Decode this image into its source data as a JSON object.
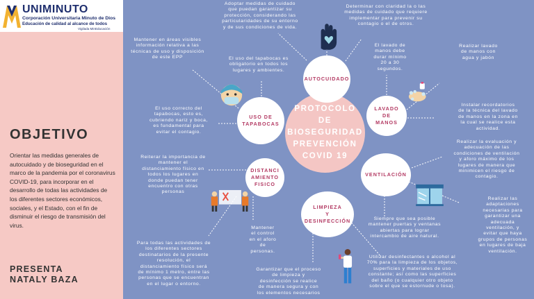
{
  "logo": {
    "name": "UNIMINUTO",
    "line1": "Corporación Universitaria Minuto de Dios",
    "line2": "Educación de calidad al alcance de todos",
    "line3": "Vigilada MinEducación"
  },
  "objective": {
    "title": "OBJETIVO",
    "text": "Orientar las medidas generales de autocuidado y de bioseguridad en el marco de la pandemia por el coronavirus COVID-19, para incorporar en el desarrollo de todas las actividades de los diferentes sectores económicos, sociales, y el Estado, con el fin de disminuir el riesgo de transmisión del virus."
  },
  "presenta": "PRESENTA\nNATALY BAZA",
  "center": "PROTOCOLO\nDE\nBIOSEGURIDAD\nPREVENCIÓN\nCOVID 19",
  "nodes": {
    "autocuidado": "AUTOCUIDADO",
    "tapabocas": "USO DE\nTAPABOCAS",
    "lavado": "LAVADO\nDE\nMANOS",
    "distanciamiento": "DISTANCI\nAMIENTO\nFISICO",
    "ventilacion": "VENTILACIÓN",
    "limpieza": "LIMPIEZA\nY\nDESINFECCIÓN"
  },
  "notes": {
    "auto_left": "Adoptar medidas de cuidado\nque puedan garantizar su\nprotección, considerando las\nparticularidades de su entorno\ny de sus condiciones de vida.",
    "auto_right": "Determinar con claridad la o las\nmedidas de cuidado que requiere\nimplementar para prevenir su\ncontagio o el de otros.",
    "epp": "Mantener en áreas visibles\ninformación relativa a las\ntécnicas de uso y disposición\nde este EPP",
    "tap_oblig": "El uso del tapabocas es\nobligatorio en todos los\nlugares y ambientes.",
    "tap_correcto": "El uso correcto del\ntapabocas, esto es,\ncubriendo nariz y boca,\nes fundamental para\nevitar el contagio.",
    "lav_duracion": "El lavado de\nmanos debe\ndurar mínimo\n20 a 30\nsegundos.",
    "lav_agua": "Realizar lavado\nde manos con\nagua y jabón",
    "lav_record": "Instalar recordatorios\nde la técnica del lavado\nde manos en la zona en\nla cual se realice esta\nactividad.",
    "dist_importancia": "Reiterar la importancia de\nmantener el\ndistanciamiento físico en\ntodos los lugares en\ndonde puedan tener\nencuentro con otras\npersonas",
    "dist_control": "Mantener\nel control\nen el aforo\nde\npersonas.",
    "dist_metro": "Para todas las actividades de\nlos diferentes sectores\ndestinatarios de la presente\nresolución, el\ndistanciamiento físico será\nde mínimo 1 metro, entre las\npersonas que se encuentran\nen el lugar o entorno.",
    "vent_eval": "Realizar la evaluación y\nadecuación de las\ncondiciones de ventilación\ny aforo máximo de los\nlugares de manera que\nminimicen el riesgo de\ncontagio.",
    "vent_adapt": "Realizar las\nadaptaciones\nnecesarias para\ngarantizar una\nadecuada\nventilación, y\nevitar que haya\ngrupos de personas\nen lugares de baja\nventilación.",
    "vent_puertas": "Siempre que sea posible\nmantener puertas y ventanas\nabiertas para lograr\nintercambio de aire natural.",
    "limp_desinf": "Utilizar desinfectantes o alcohol al\n70% para la limpieza de los objetos,\nsuperficies y materiales de uso\nconstante; así como las superficies\ndel baño (o cualquier otro objeto\nsobre el que se estornude o tosa).",
    "limp_proceso": "Garantizar que el proceso\nde limpieza y\ndesinfección se realice\nde manera segura y con\nlos elementos necesarios"
  },
  "colors": {
    "background": "#7f93c4",
    "left_panel": "#f6c9c5",
    "center_circle": "#f4c6c4",
    "node_text": "#b33a63"
  },
  "icons": [
    "uniminuto-logo",
    "hand-heart-icon",
    "masked-person-icon",
    "handwashing-icon",
    "window-icon",
    "distancing-workers-icon",
    "cleaning-person-icon"
  ]
}
